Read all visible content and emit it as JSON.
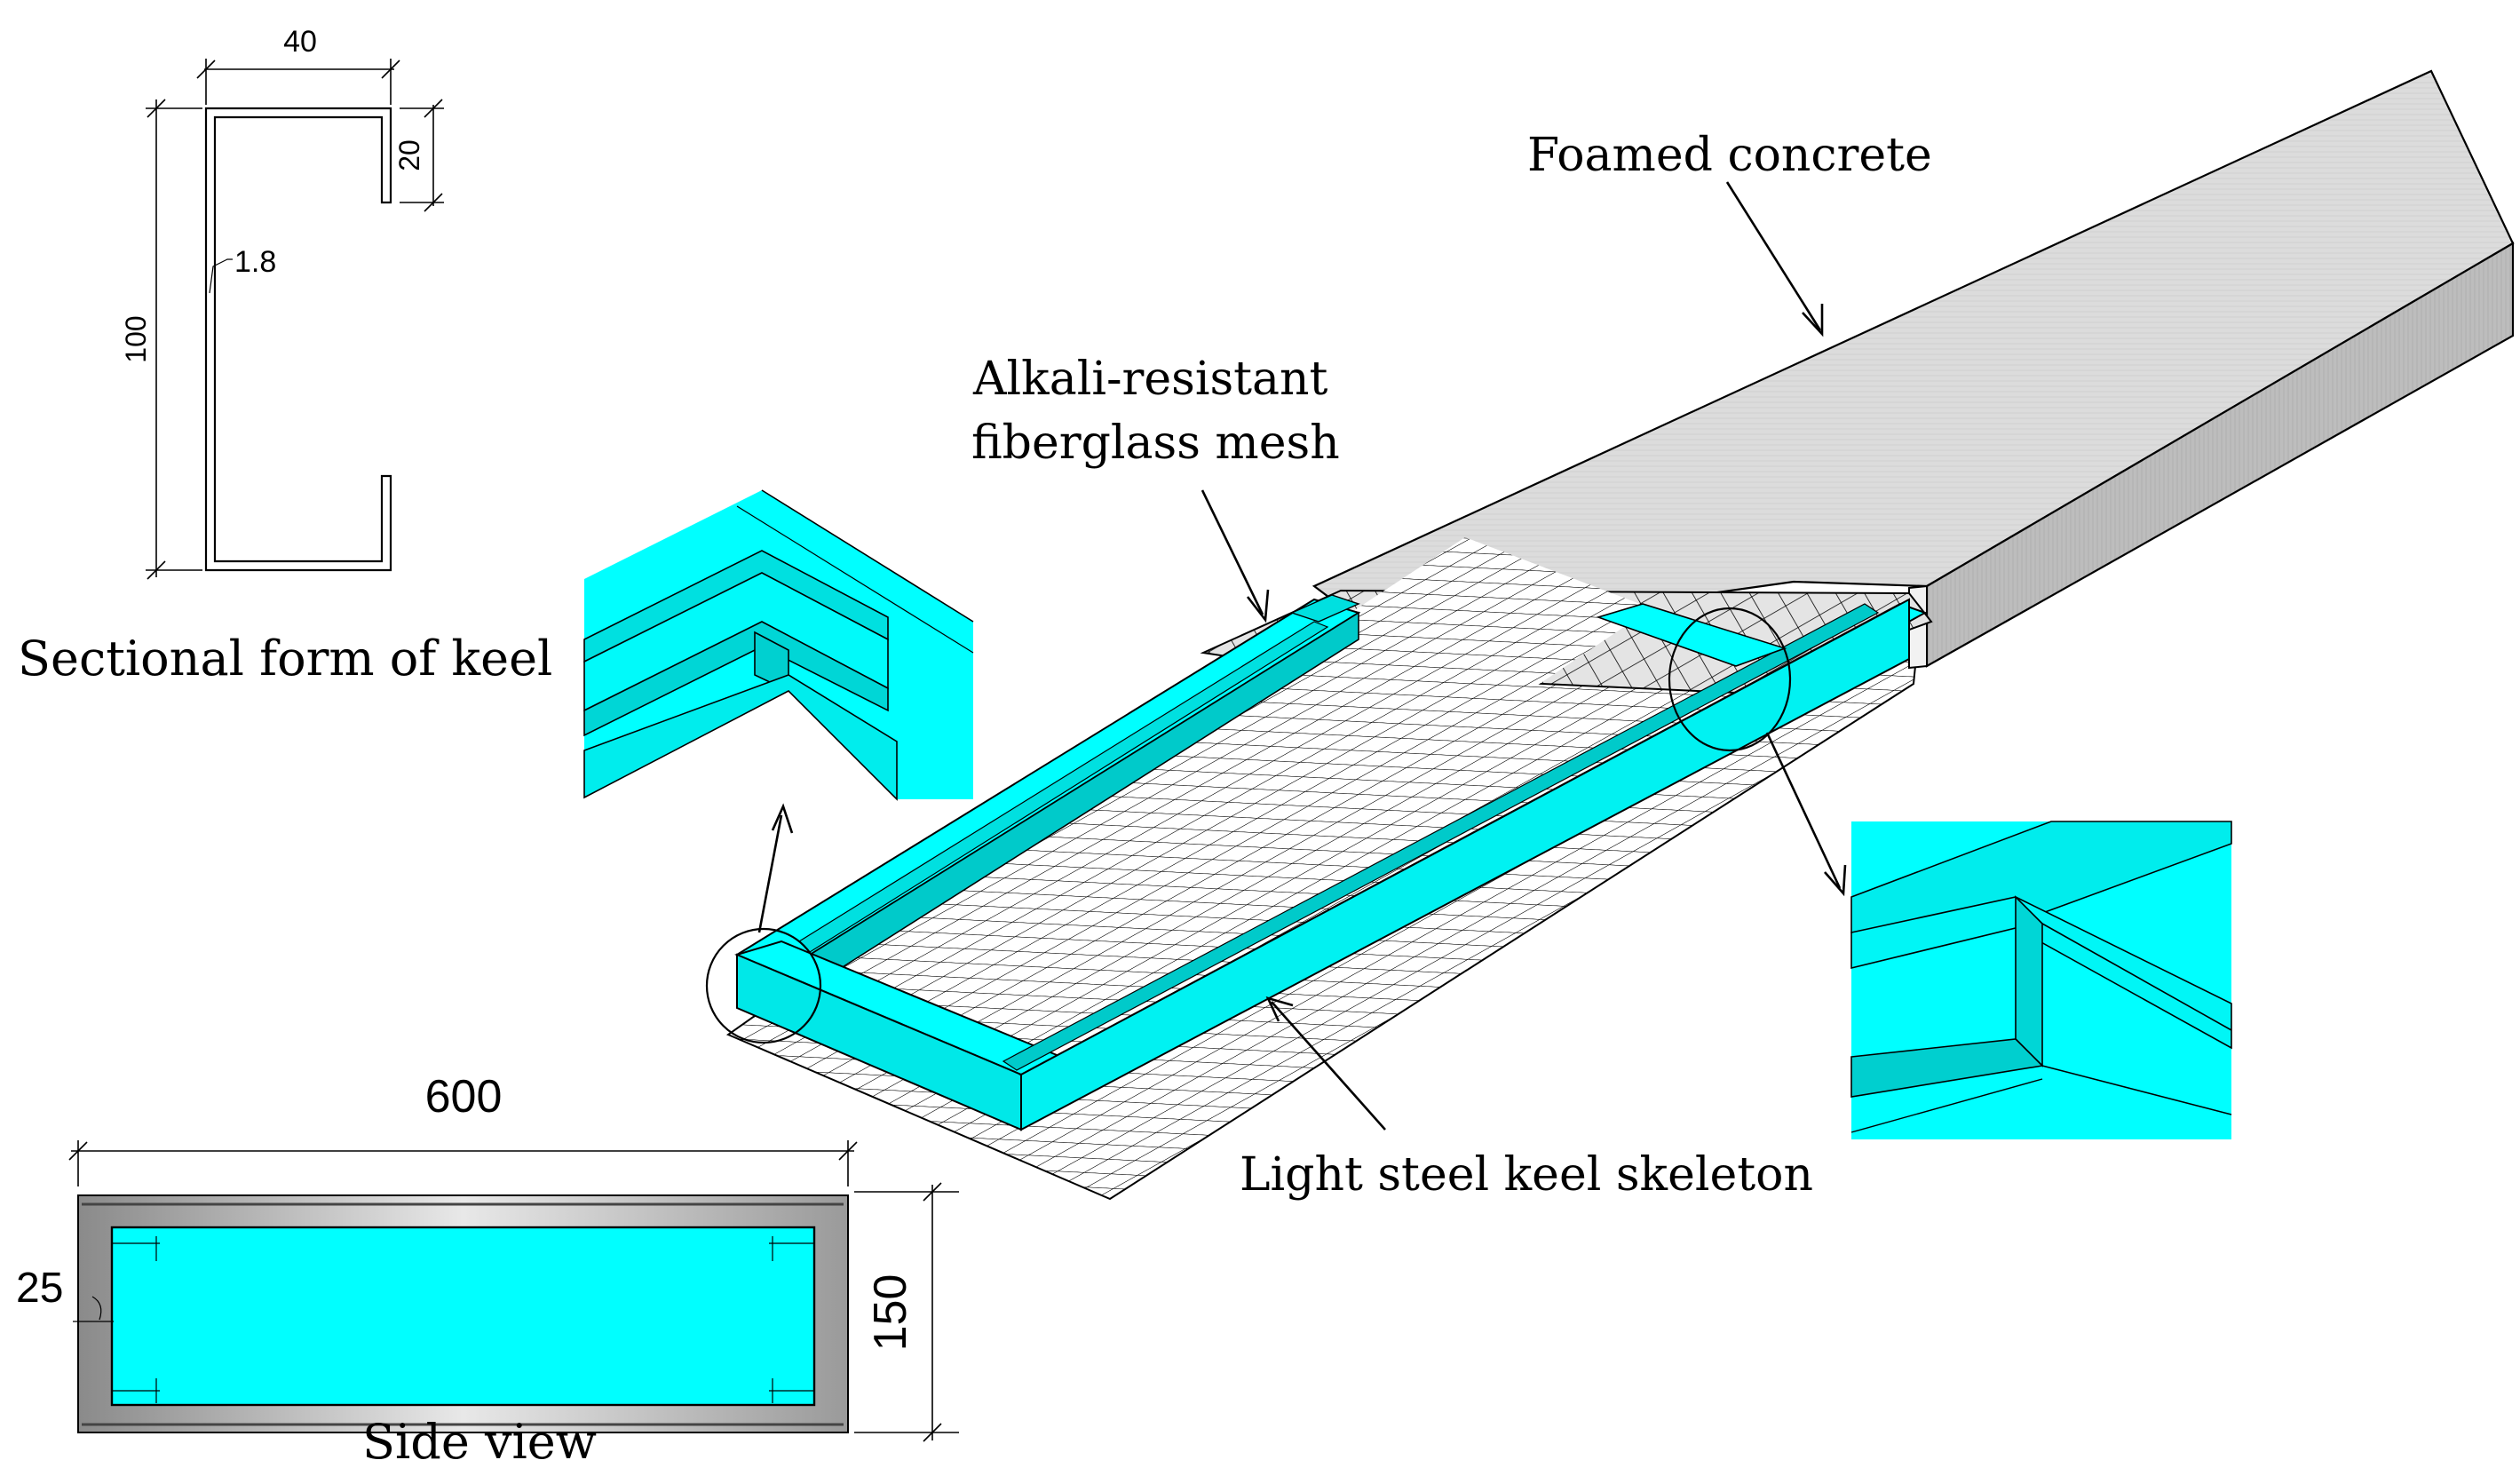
{
  "labels": {
    "foamed_concrete": "Foamed concrete",
    "mesh_line1": "Alkali-resistant",
    "mesh_line2": "fiberglass mesh",
    "keel_skeleton": "Light steel keel skeleton",
    "sectional_caption": "Sectional form of keel",
    "side_caption": "Side view"
  },
  "section_dims": {
    "width": "40",
    "lip": "20",
    "thickness": "1.8",
    "height": "100"
  },
  "side_dims": {
    "length": "600",
    "cover": "25",
    "height": "150"
  },
  "colors": {
    "steel": "#00FFFF",
    "steel_dark": "#00CACA",
    "steel_shade": "#00E0E0",
    "concrete_top": "#DCDCDC",
    "concrete_side": "#BDBDBD",
    "line": "#000000"
  }
}
